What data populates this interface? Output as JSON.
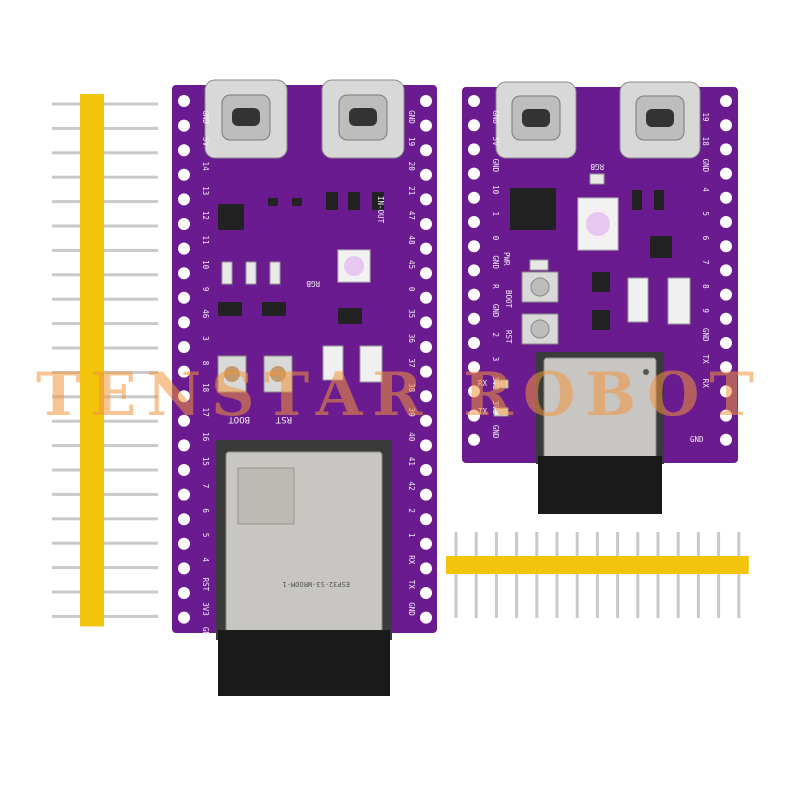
{
  "watermark": {
    "text": "TENSTAR ROBOT"
  },
  "colors": {
    "pcb": "#6a1b8f",
    "pcb_dark": "#4e1270",
    "header_plastic": "#f2c40c",
    "pin_metal": "#c9c9c9",
    "usb_metal": "#d8d8d8",
    "module_metal": "#c8c6c2",
    "module_connector": "#1a1a1a"
  },
  "large_board": {
    "left_pins": [
      "GND",
      "3V3",
      "RST",
      "4",
      "5",
      "6",
      "7",
      "15",
      "16",
      "17",
      "18",
      "8",
      "3",
      "46",
      "9",
      "10",
      "11",
      "12",
      "13",
      "14",
      "5V",
      "GND"
    ],
    "right_pins": [
      "GND",
      "TX",
      "RX",
      "1",
      "2",
      "42",
      "41",
      "40",
      "39",
      "38",
      "37",
      "36",
      "35",
      "0",
      "45",
      "48",
      "47",
      "21",
      "20",
      "19",
      "GND"
    ],
    "labels": {
      "boot": "BOOT",
      "rst": "RST",
      "rgb": "RGB",
      "in_out": "IN-OUT",
      "module_model": "ESP32-S3-WROOM-1"
    }
  },
  "small_board": {
    "left_pins": [
      "GND",
      "3V3",
      "3V3",
      "3",
      "2",
      "GND",
      "R",
      "GND",
      "0",
      "1",
      "10",
      "GND",
      "5V",
      "GND"
    ],
    "right_pins": [
      "RX",
      "TX",
      "GND",
      "9",
      "8",
      "7",
      "6",
      "5",
      "4",
      "GND",
      "18",
      "19"
    ],
    "labels": {
      "boot": "BOOT",
      "rst": "RST",
      "pwr": "PWR",
      "rgb": "RGB",
      "rx": "RX",
      "tx": "TX",
      "gnd": "GND"
    }
  }
}
